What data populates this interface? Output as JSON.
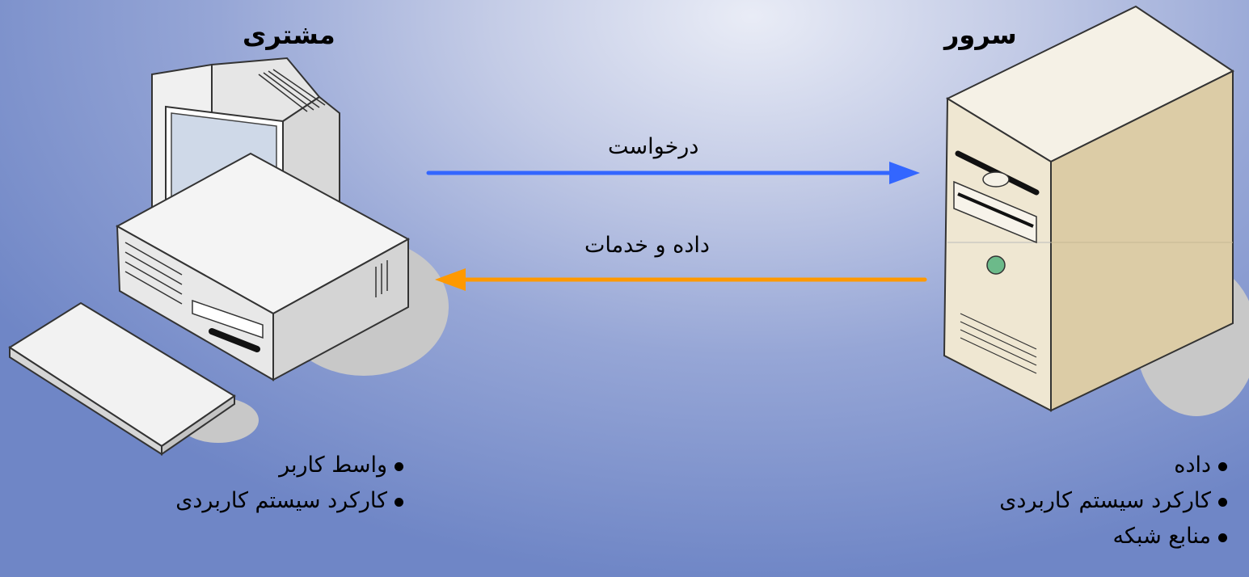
{
  "client": {
    "title": "مشتری",
    "items": [
      "واسط کاربر",
      "کارکرد سیستم کاربردی"
    ]
  },
  "server": {
    "title": "سرور",
    "items": [
      "داده",
      "کارکرد سیستم کاربردی",
      "منابع شبکه"
    ]
  },
  "arrows": {
    "request": {
      "label": "درخواست",
      "color": "#3366ff"
    },
    "response": {
      "label": "داده و خدمات",
      "color": "#ff9900"
    }
  },
  "icons": {
    "client": "desktop-computer-icon",
    "server": "tower-server-icon"
  }
}
